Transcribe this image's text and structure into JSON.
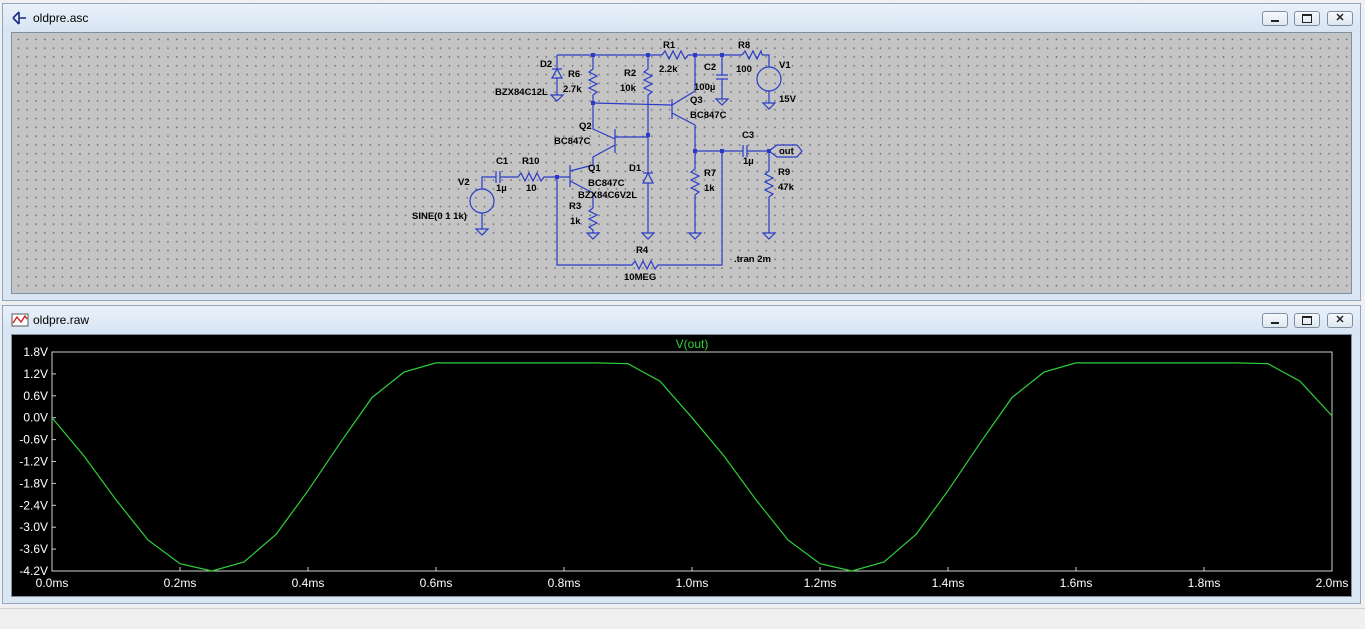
{
  "schematic_window": {
    "title": "oldpre.asc",
    "labels": {
      "d2": "D2",
      "d2_model": "BZX84C12L",
      "r6": "R6",
      "r6_val": "2.7k",
      "r1": "R1",
      "r1_val": "2.2k",
      "r2": "R2",
      "r2_val": "10k",
      "c2": "C2",
      "c2_val": "100µ",
      "r8": "R8",
      "r8_val": "100",
      "v1": "V1",
      "v1_val": "15V",
      "q3": "Q3",
      "q3_model": "BC847C",
      "q2": "Q2",
      "q2_model": "BC847C",
      "q1": "Q1",
      "q1_model": "BC847C",
      "c1": "C1",
      "c1_val": "1µ",
      "r10": "R10",
      "r10_val": "10",
      "v2": "V2",
      "v2_val": "SINE(0 1 1k)",
      "d1": "D1",
      "d1_model": "BZX84C6V2L",
      "r3": "R3",
      "r3_val": "1k",
      "r7": "R7",
      "r7_val": "1k",
      "c3": "C3",
      "c3_val": "1µ",
      "r9": "R9",
      "r9_val": "47k",
      "out": "out",
      "r4": "R4",
      "r4_val": "10MEG",
      "directive": ".tran 2m"
    }
  },
  "plot_window": {
    "title": "oldpre.raw",
    "trace_name": "V(out)"
  },
  "colors": {
    "wire": "#2a3cc7",
    "trace": "#2fd13a",
    "plot_bg": "#000000",
    "axis_text": "#ffffff",
    "schematic_bg": "#c4c4c4"
  },
  "chart_data": {
    "type": "line",
    "title": "V(out)",
    "xlabel": "",
    "ylabel": "",
    "xlim": [
      0,
      2.0
    ],
    "ylim": [
      -4.2,
      1.8
    ],
    "x_ticks": [
      "0.0ms",
      "0.2ms",
      "0.4ms",
      "0.6ms",
      "0.8ms",
      "1.0ms",
      "1.2ms",
      "1.4ms",
      "1.6ms",
      "1.8ms",
      "2.0ms"
    ],
    "y_ticks": [
      "1.8V",
      "1.2V",
      "0.6V",
      "0.0V",
      "-0.6V",
      "-1.2V",
      "-1.8V",
      "-2.4V",
      "-3.0V",
      "-3.6V",
      "-4.2V"
    ],
    "grid": false,
    "series": [
      {
        "name": "V(out)",
        "x": [
          0,
          0.05,
          0.1,
          0.15,
          0.2,
          0.25,
          0.3,
          0.35,
          0.4,
          0.45,
          0.5,
          0.55,
          0.6,
          0.65,
          0.7,
          0.75,
          0.8,
          0.85,
          0.9,
          0.95,
          1.0,
          1.05,
          1.1,
          1.15,
          1.2,
          1.25,
          1.3,
          1.35,
          1.4,
          1.45,
          1.5,
          1.55,
          1.6,
          1.65,
          1.7,
          1.75,
          1.8,
          1.85,
          1.9,
          1.95,
          2.0
        ],
        "y": [
          0.0,
          -1.05,
          -2.25,
          -3.35,
          -4.0,
          -4.2,
          -3.95,
          -3.2,
          -2.0,
          -0.7,
          0.55,
          1.25,
          1.5,
          1.5,
          1.5,
          1.5,
          1.5,
          1.5,
          1.48,
          1.0,
          0.0,
          -1.05,
          -2.25,
          -3.35,
          -4.0,
          -4.2,
          -3.95,
          -3.2,
          -2.0,
          -0.7,
          0.55,
          1.25,
          1.5,
          1.5,
          1.5,
          1.5,
          1.5,
          1.5,
          1.48,
          1.0,
          0.05
        ]
      }
    ]
  }
}
